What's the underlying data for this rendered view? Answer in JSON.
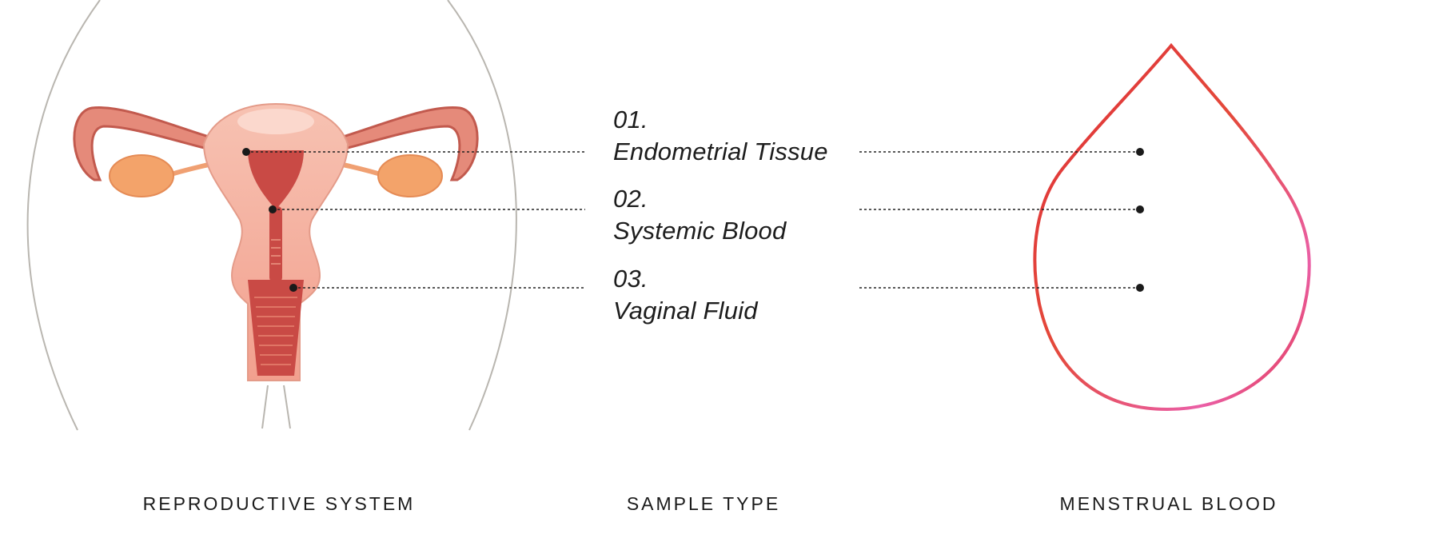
{
  "sample_types": [
    {
      "number": "01.",
      "label": "Endometrial Tissue"
    },
    {
      "number": "02.",
      "label": "Systemic Blood"
    },
    {
      "number": "03.",
      "label": "Vaginal Fluid"
    }
  ],
  "captions": {
    "left": "REPRODUCTIVE SYSTEM",
    "center": "SAMPLE TYPE",
    "right": "MENSTRUAL BLOOD"
  },
  "colors": {
    "drop_top": "#e0303a",
    "drop_left": "#e85f38",
    "drop_right": "#ea5fa6",
    "tissue_dark": "#c94a45",
    "tissue_light": "#f5b5a5",
    "ovary": "#f3a36a",
    "leader_line": "#222222"
  },
  "icons": {
    "left": "uterus-anatomy-illustration",
    "right": "blood-drop-outline-icon"
  }
}
